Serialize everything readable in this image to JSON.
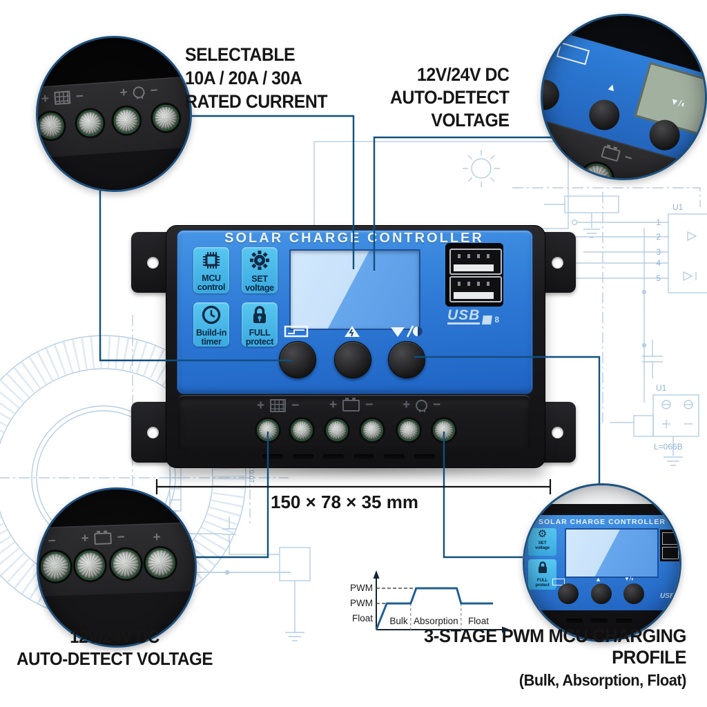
{
  "product": {
    "title": "SOLAR CHARGE CONTROLLER",
    "features": [
      {
        "icon": "mcu-chip-icon",
        "label": "MCU\ncontrol"
      },
      {
        "icon": "gear-icon",
        "label": "SET\nvoltage"
      },
      {
        "icon": "clock-icon",
        "label": "Build-in\ntimer"
      },
      {
        "icon": "lock-icon",
        "label": "FULL\nprotect"
      }
    ],
    "usb": {
      "logo": "USB",
      "suffix": "8"
    },
    "button_icons": [
      "display-battery-icon",
      "up-arrow-bolt-icon",
      "down-arrow-light-icon"
    ],
    "terminal_labels": {
      "plus": "+",
      "minus": "−"
    },
    "terminal_group_icons": [
      "solar-panel-icon",
      "battery-icon",
      "lamp-icon"
    ]
  },
  "callouts": {
    "top_left": {
      "lines": [
        "SELECTABLE",
        "10A / 20A / 30A",
        "RATED CURRENT"
      ]
    },
    "top_right": {
      "lines": [
        "12V/24V DC",
        "AUTO-DETECT",
        "VOLTAGE"
      ]
    },
    "bottom_left": {
      "lines": [
        "12V/24V DC",
        "AUTO-DETECT VOLTAGE"
      ]
    },
    "dimensions": "150 × 78 × 35 mm"
  },
  "chart_data": {
    "type": "line",
    "title": "3-STAGE PWM MCU CHARGING PROFILE",
    "subtitle": "(Bulk, Absorption, Float)",
    "y_axis_labels": [
      "PWM",
      "PWM",
      "Float"
    ],
    "stages": [
      "Bulk",
      "Absorption",
      "Float"
    ],
    "profile": [
      [
        0,
        0
      ],
      [
        0.085,
        1
      ],
      [
        0.28,
        1
      ],
      [
        0.325,
        2
      ],
      [
        0.655,
        2
      ],
      [
        0.69,
        1
      ],
      [
        0.95,
        1
      ]
    ],
    "guides": {
      "h": [
        [
          2,
          0,
          0.325
        ],
        [
          1,
          0,
          0.085
        ]
      ],
      "v": [
        0.28,
        0.69
      ]
    },
    "grid": "guides-only",
    "legend": "none",
    "line_color": "#1f5e93"
  },
  "schematic": {
    "u1_top": "U1",
    "pins": [
      "1",
      "2",
      "3",
      "4",
      "5"
    ],
    "u1_bottom": "U1",
    "part_number": "L=066B",
    "dim_note": "10.01"
  }
}
